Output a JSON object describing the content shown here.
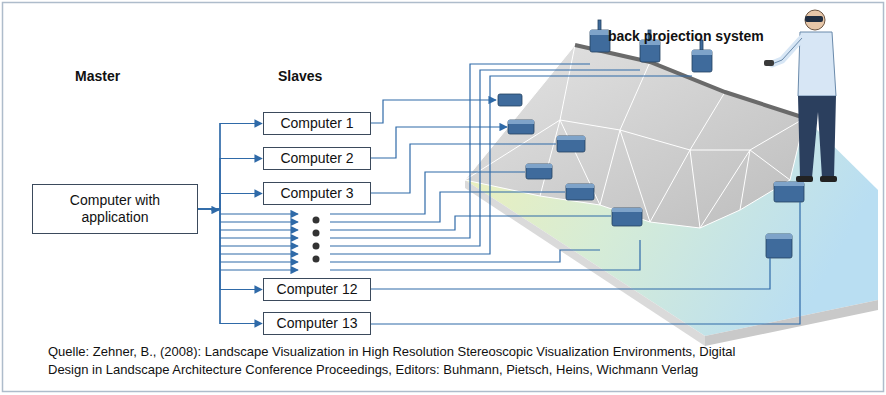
{
  "diagram": {
    "caption": "Quelle: Zehner, B., (2008): Landscape Visualization in High Resolution Stereoscopic Visualization Environments, Digital Design in Landscape Architecture Conference Proceedings, Editors: Buhmann, Pietsch, Heins, Wichmann Verlag",
    "nodes": [
      {
        "text": [
          "Computer with application"
        ]
      },
      {
        "text": [
          "Computer 1"
        ]
      },
      {
        "text": [
          "Computer 2"
        ]
      },
      {
        "text": [
          "Computer 3"
        ]
      },
      {
        "text": [
          "Computer 12"
        ]
      },
      {
        "text": [
          "Computer 13"
        ]
      }
    ],
    "edges": [
      {
        "from": 0,
        "to": 1,
        "arrow": "to"
      },
      {
        "from": 0,
        "to": 2,
        "arrow": "to"
      },
      {
        "from": 0,
        "to": 3,
        "arrow": "to"
      },
      {
        "from": 0,
        "to": 4,
        "arrow": "to"
      },
      {
        "from": 0,
        "to": 5,
        "arrow": "to"
      }
    ],
    "labels": [
      "Master",
      "Slaves",
      "back projection system"
    ]
  }
}
